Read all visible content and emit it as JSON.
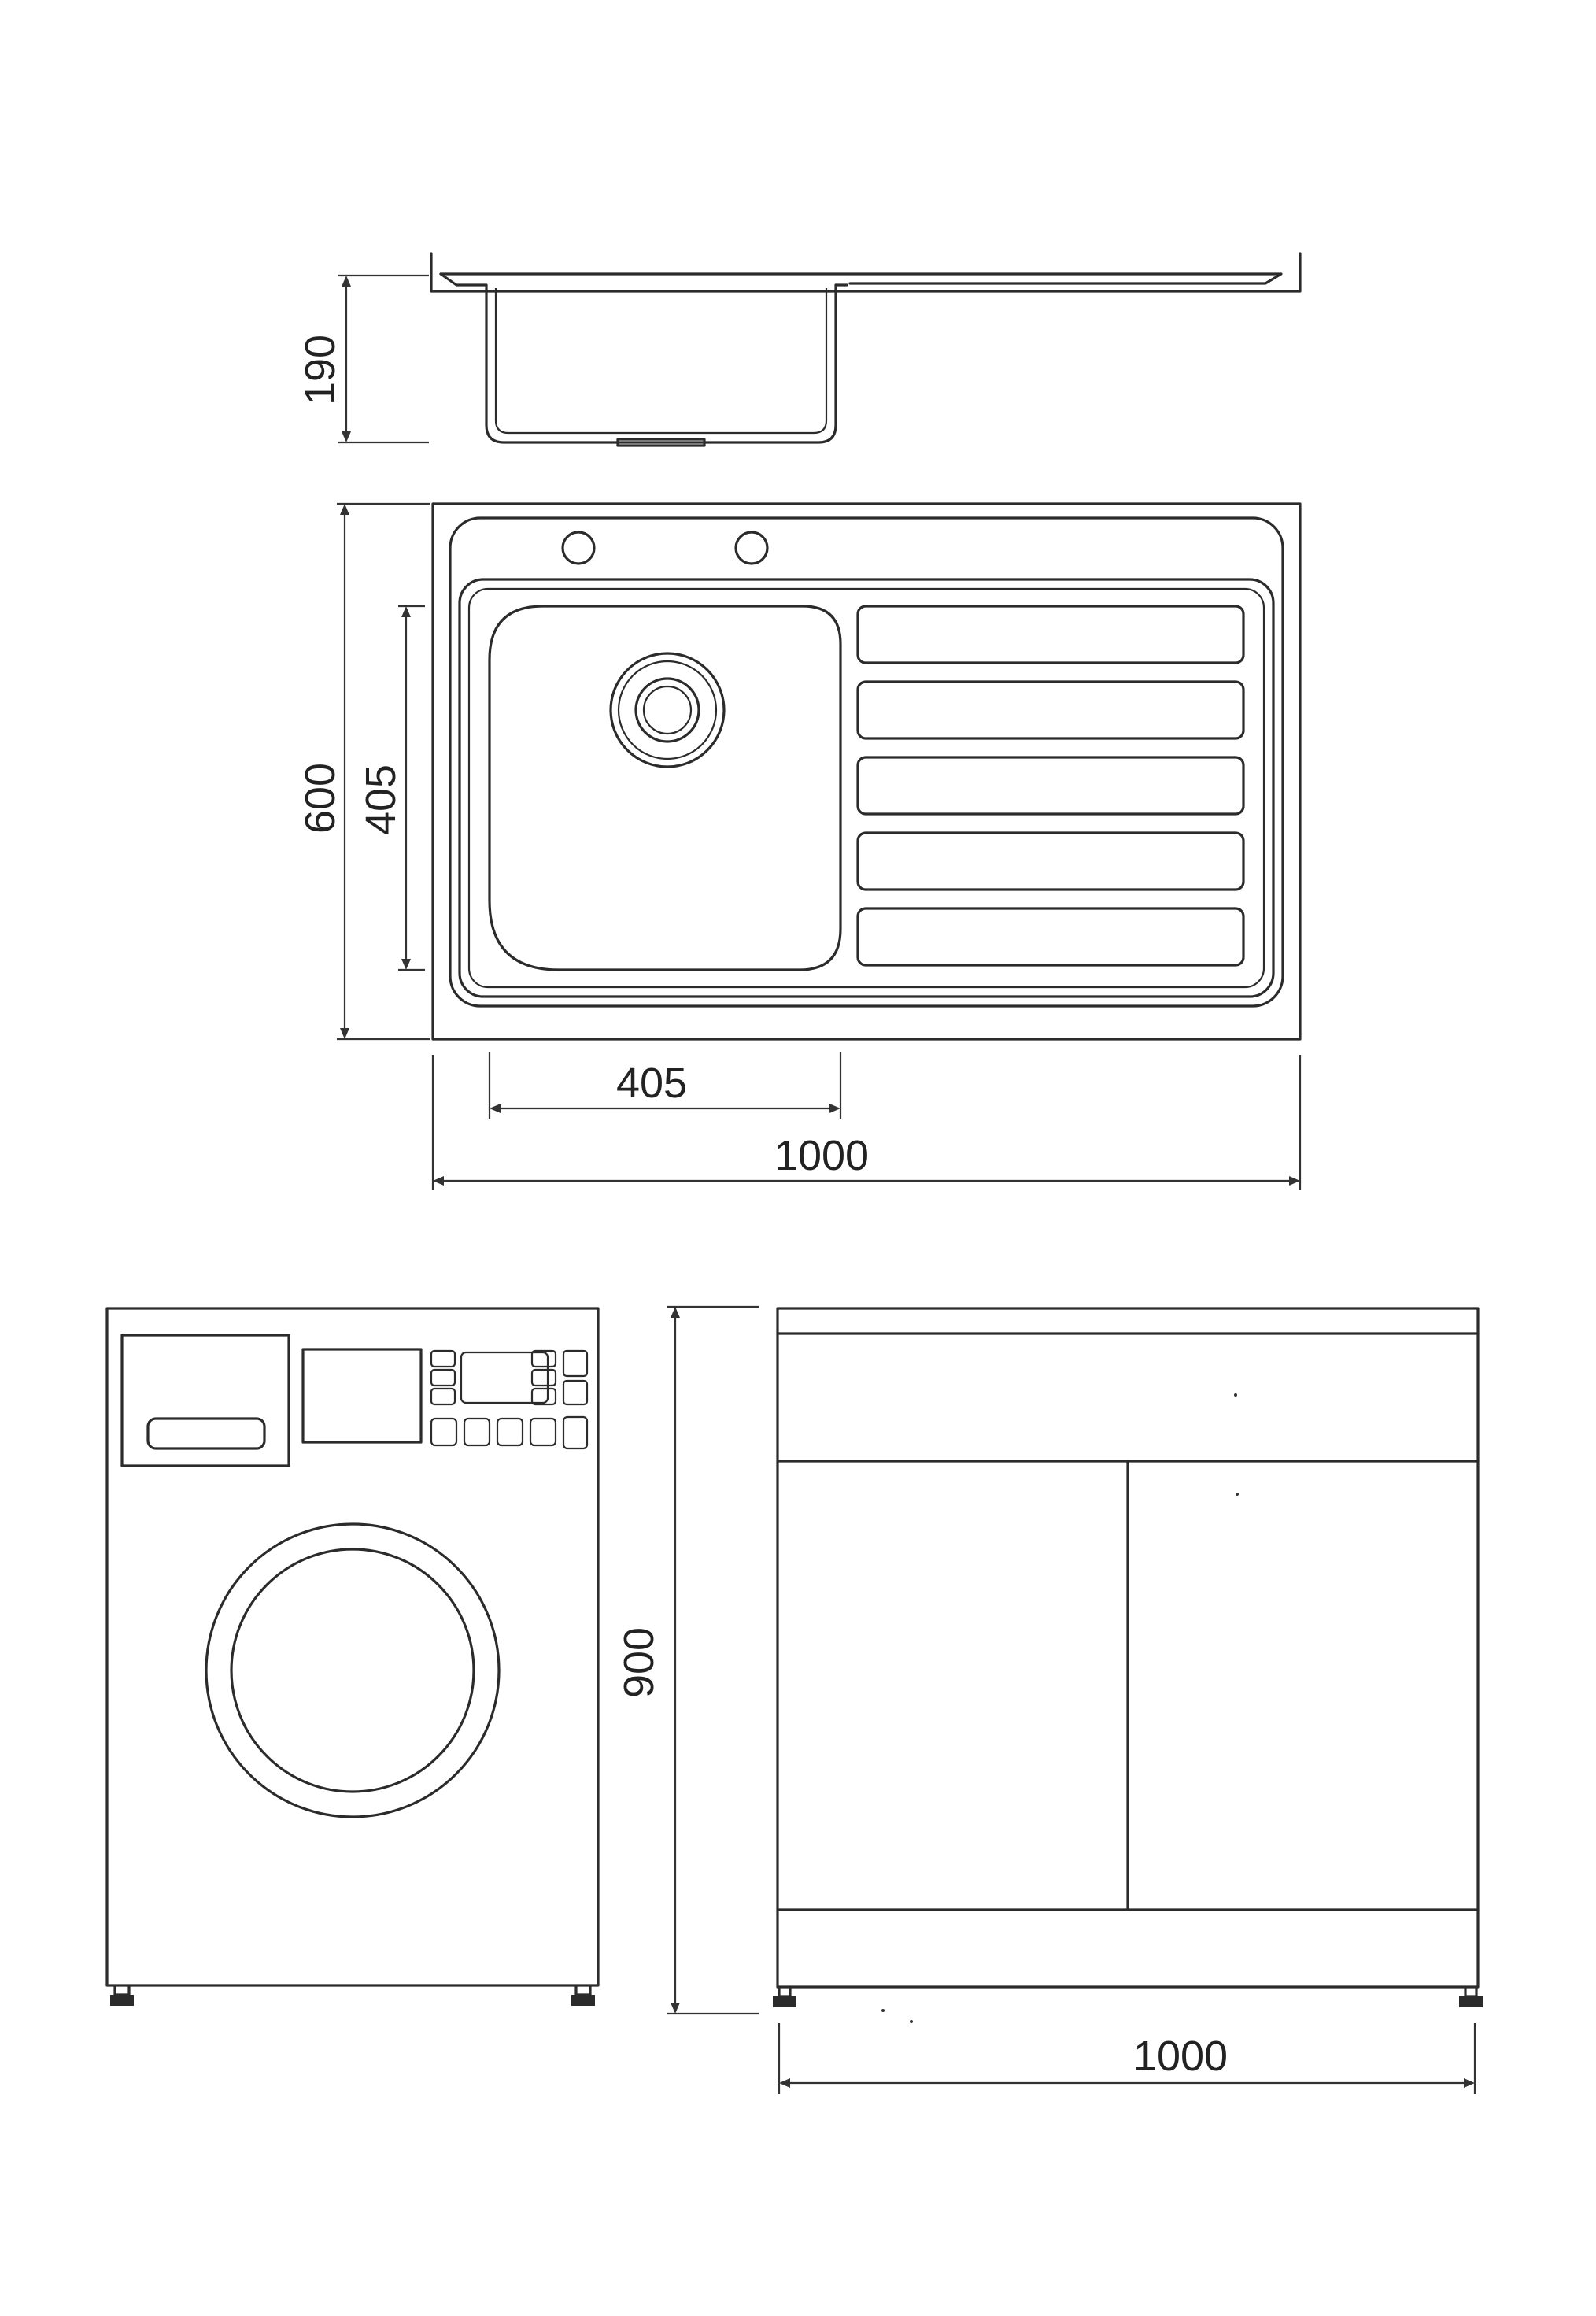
{
  "dimensions": {
    "sink_depth": "190",
    "sink_depth_overall": "600",
    "bowl_depth": "405",
    "bowl_width": "405",
    "sink_width": "1000",
    "cabinet_height": "900",
    "cabinet_width": "1000"
  }
}
